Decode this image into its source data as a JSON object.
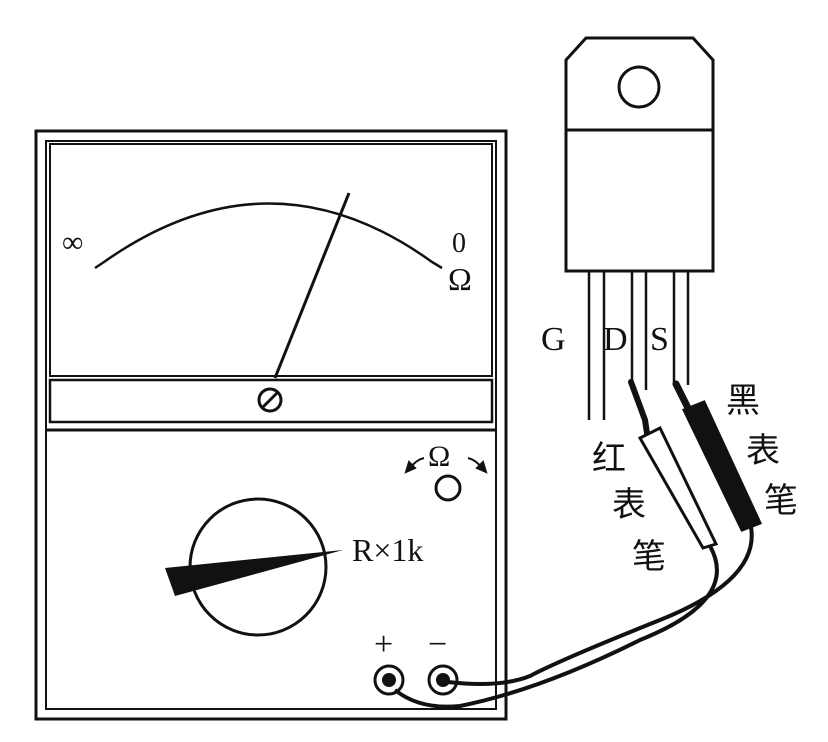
{
  "meter": {
    "scale_left": "∞",
    "scale_right_zero": "0",
    "scale_right_unit": "Ω",
    "ohm_adjust_label": "Ω",
    "range_label": "R×1k",
    "plus_label": "+",
    "minus_label": "−"
  },
  "transistor": {
    "pin_g": "G",
    "pin_d": "D",
    "pin_s": "S"
  },
  "probes": {
    "red_probe": [
      "红",
      "表",
      "笔"
    ],
    "black_probe": [
      "黑",
      "表",
      "笔"
    ]
  },
  "colors": {
    "ink": "#111111",
    "background": "#ffffff"
  }
}
